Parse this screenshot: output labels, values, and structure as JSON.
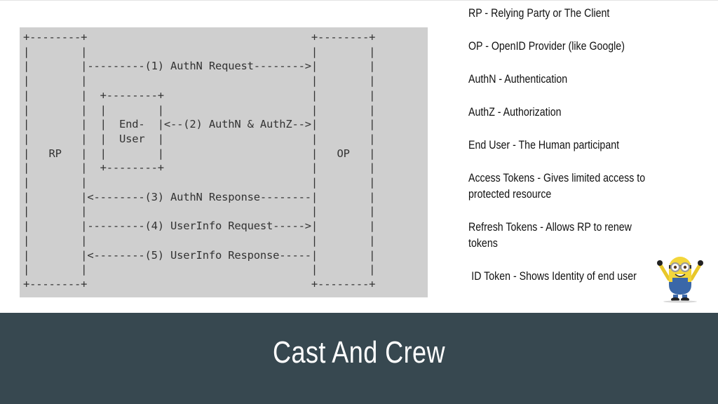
{
  "diagram": {
    "lines": [
      "+--------+                                   +--------+",
      "|        |                                   |        |",
      "|        |---------(1) AuthN Request-------->|        |",
      "|        |                                   |        |",
      "|        |  +--------+                       |        |",
      "|        |  |        |                       |        |",
      "|        |  |  End-  |<--(2) AuthN & AuthZ-->|        |",
      "|        |  |  User  |                       |        |",
      "|   RP   |  |        |                       |   OP   |",
      "|        |  +--------+                       |        |",
      "|        |                                   |        |",
      "|        |<--------(3) AuthN Response--------|        |",
      "|        |                                   |        |",
      "|        |---------(4) UserInfo Request----->|        |",
      "|        |                                   |        |",
      "|        |<--------(5) UserInfo Response-----|        |",
      "|        |                                   |        |",
      "+--------+                                   +--------+"
    ]
  },
  "glossary": [
    "RP - Relying Party or The Client",
    "OP - OpenID Provider (like Google)",
    "AuthN - Authentication",
    "AuthZ - Authorization",
    "End User - The Human participant",
    "Access Tokens - Gives limited access to protected resource",
    "Refresh Tokens - Allows RP to renew tokens",
    "ID Token - Shows Identity of end user"
  ],
  "decoration": {
    "icon": "minion-icon"
  },
  "footer": {
    "title": "Cast And Crew"
  },
  "colors": {
    "footer_bg": "#374850",
    "diagram_bg": "#cfcfcf"
  }
}
